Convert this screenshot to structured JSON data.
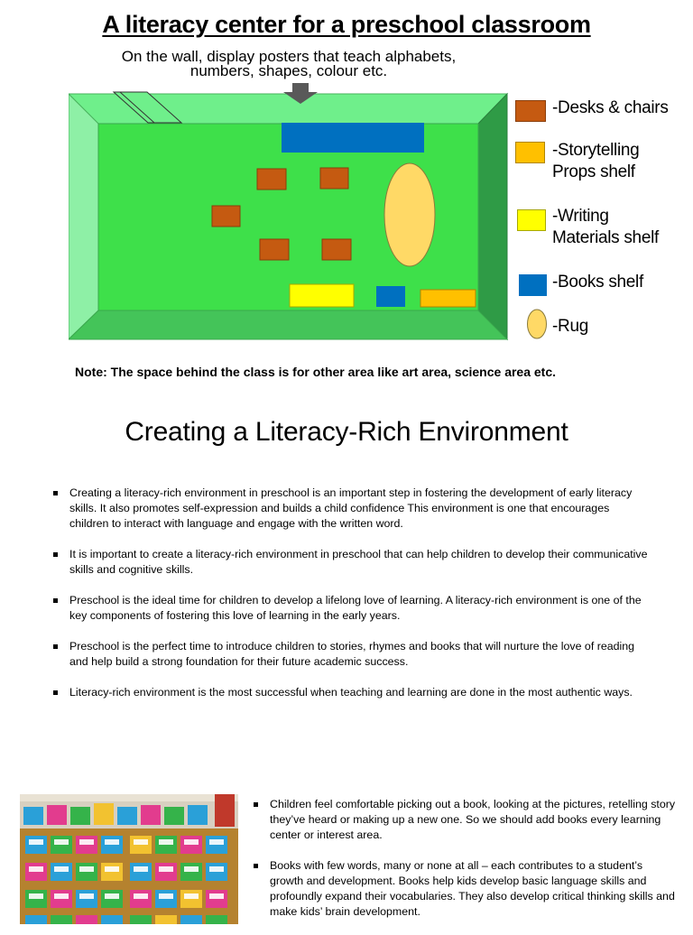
{
  "header": {
    "title": "A literacy center for a preschool classroom",
    "wall_note_line1": "On the wall, display posters that teach alphabets,",
    "wall_note_line2": "numbers, shapes, colour etc."
  },
  "legend": [
    {
      "label_line1": "-Desks & chairs",
      "label_line2": "",
      "color": "#c55a11"
    },
    {
      "label_line1": "-Storytelling",
      "label_line2": "Props shelf",
      "color": "#ffc000"
    },
    {
      "label_line1": "-Writing",
      "label_line2": "Materials shelf",
      "color": "#ffff00"
    },
    {
      "label_line1": "-Books shelf",
      "label_line2": "",
      "color": "#0070c0"
    },
    {
      "label_line1": "-Rug",
      "label_line2": "",
      "color": "#ffd966"
    }
  ],
  "colors": {
    "floor": "#3ee04a",
    "wall_top": "#6ff08a",
    "wall_left": "#8cf0a6",
    "wall_right": "#2e9a45",
    "wall_bottom": "#44c459",
    "arrow": "#595959"
  },
  "diagram_note": "Note: The space behind the class is for other area like art area, science area etc.",
  "section": {
    "title": "Creating a Literacy-Rich Environment",
    "bullets": [
      "Creating a literacy-rich environment in preschool is an important step in fostering the development of early literacy skills. It also promotes self-expression and builds a child confidence This environment is one that encourages children to interact with language and engage with the written word.",
      "It is important to create a literacy-rich environment in preschool that can help children to develop their communicative skills and cognitive skills.",
      "Preschool is the ideal time for children to develop a lifelong love of learning. A literacy-rich environment is one of the key components of fostering this love of learning in the early years.",
      "Preschool is the perfect time to introduce children to stories, rhymes and books that will nurture the love of reading and help build a strong foundation for their future academic success.",
      "Literacy-rich environment is the most successful when teaching and learning are done in the most authentic ways."
    ]
  },
  "side_section": {
    "bullets": [
      "Children feel comfortable picking out a book, looking at the pictures, retelling story they’ve heard or making up a new one. So we should add books every learning center or interest area.",
      "Books with few words, many or none at all – each contributes to a student’s growth and development. Books help kids develop basic language skills and profoundly expand their vocabularies. They also develop critical thinking skills and make kids’ brain development."
    ]
  }
}
